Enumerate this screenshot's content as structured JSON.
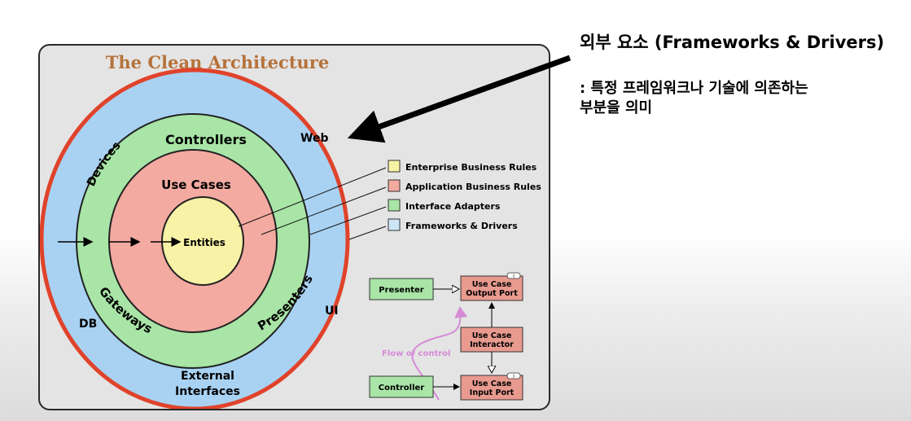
{
  "title": "The Clean Architecture",
  "rings": {
    "outer": [
      "Devices",
      "Web",
      "DB",
      "UI",
      "External",
      "Interfaces"
    ],
    "adapters": [
      "Controllers",
      "Gateways",
      "Presenters"
    ],
    "usecases": "Use Cases",
    "entities": "Entities"
  },
  "legend": [
    {
      "label": "Enterprise Business Rules",
      "color": "#f8f2a6"
    },
    {
      "label": "Application Business Rules",
      "color": "#f3aaa0"
    },
    {
      "label": "Interface Adapters",
      "color": "#a8e5a6"
    },
    {
      "label": "Frameworks & Drivers",
      "color": "#cde6f7"
    }
  ],
  "flow": {
    "presenter": "Presenter",
    "output_port": [
      "Use Case",
      "Output Port"
    ],
    "interactor": [
      "Use Case",
      "Interactor"
    ],
    "controller": "Controller",
    "input_port": [
      "Use Case",
      "Input Port"
    ],
    "flow_label": "Flow of control",
    "port_badge": "I"
  },
  "annotation": {
    "title": "외부 요소 (Frameworks & Drivers)",
    "line1": ": 특정 프레임워크나 기술에 의존하는",
    "line2": "부분을 의미"
  },
  "colors": {
    "outer_ring": "#a9d2f2",
    "outer_border": "#e0432b",
    "adapters": "#a8e5a6",
    "usecases": "#f3aaa0",
    "entities": "#f8f2a6",
    "title": "#b5723a",
    "flow_label": "#d58bd6",
    "box_green": "#a8e5a6",
    "box_red": "#e89a8f"
  }
}
